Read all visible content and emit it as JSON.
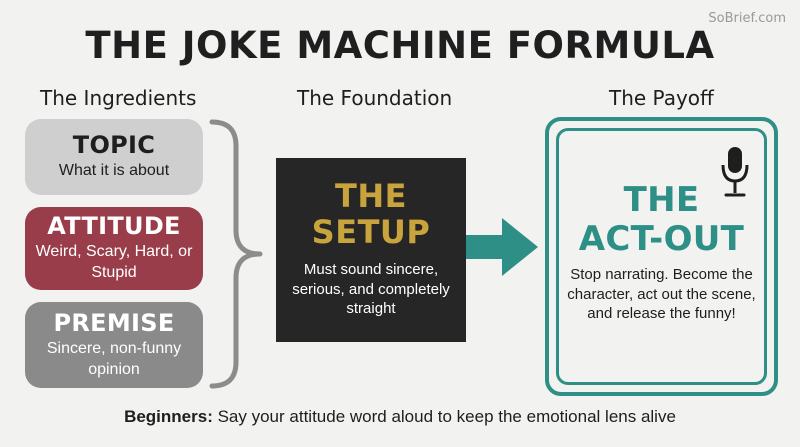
{
  "watermark": "SoBrief.com",
  "title": "THE JOKE MACHINE FORMULA",
  "columns": {
    "ingredients": "The Ingredients",
    "foundation": "The Foundation",
    "payoff": "The Payoff"
  },
  "ingredients": [
    {
      "name": "TOPIC",
      "desc": "What it is about"
    },
    {
      "name": "ATTITUDE",
      "desc": "Weird, Scary, Hard, or Stupid"
    },
    {
      "name": "PREMISE",
      "desc": "Sincere, non-funny opinion"
    }
  ],
  "setup": {
    "head_line1": "THE",
    "head_line2": "SETUP",
    "desc": "Must sound sincere, serious, and completely straight"
  },
  "payoff": {
    "head_line1": "THE",
    "head_line2": "ACT-OUT",
    "desc": "Stop narrating. Become the character, act out the scene, and release the funny!",
    "icon": "microphone-icon"
  },
  "footer": {
    "label": "Beginners:",
    "text": " Say your attitude word aloud to keep the emotional lens alive"
  },
  "colors": {
    "attitude": "#9a3d4a",
    "setup_heading": "#c9a43c",
    "teal": "#2e8f86",
    "topic": "#cfcfcf",
    "premise": "#8a8a8a"
  }
}
